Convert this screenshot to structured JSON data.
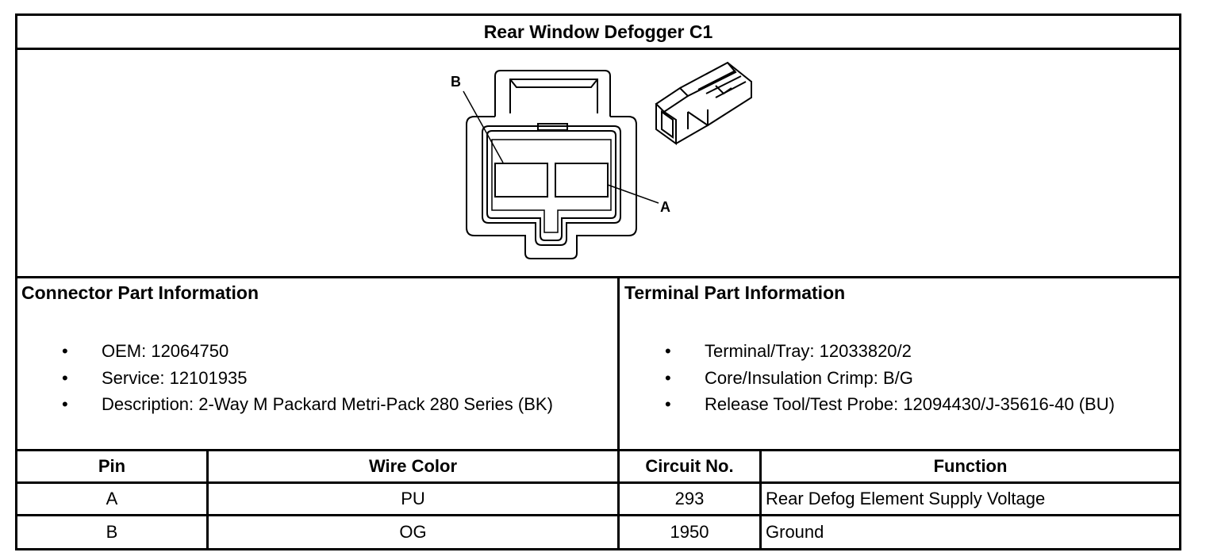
{
  "title": "Rear Window Defogger C1",
  "diagram": {
    "label_b": "B",
    "label_a": "A"
  },
  "connector": {
    "heading": "Connector Part Information",
    "items": [
      {
        "bullet": "•",
        "text": "OEM: 12064750"
      },
      {
        "bullet": "•",
        "text": "Service: 12101935"
      },
      {
        "bullet": "•",
        "text": "Description: 2-Way M Packard Metri-Pack 280 Series (BK)"
      }
    ]
  },
  "terminal": {
    "heading": "Terminal Part Information",
    "items": [
      {
        "bullet": "•",
        "text": "Terminal/Tray: 12033820/2"
      },
      {
        "bullet": "•",
        "text": "Core/Insulation Crimp: B/G"
      },
      {
        "bullet": "•",
        "text": "Release Tool/Test Probe: 12094430/J-35616-40 (BU)"
      }
    ]
  },
  "table": {
    "headers": [
      "Pin",
      "Wire Color",
      "Circuit No.",
      "Function"
    ],
    "rows": [
      [
        "A",
        "PU",
        "293",
        "Rear Defog Element Supply Voltage"
      ],
      [
        "B",
        "OG",
        "1950",
        "Ground"
      ]
    ]
  }
}
